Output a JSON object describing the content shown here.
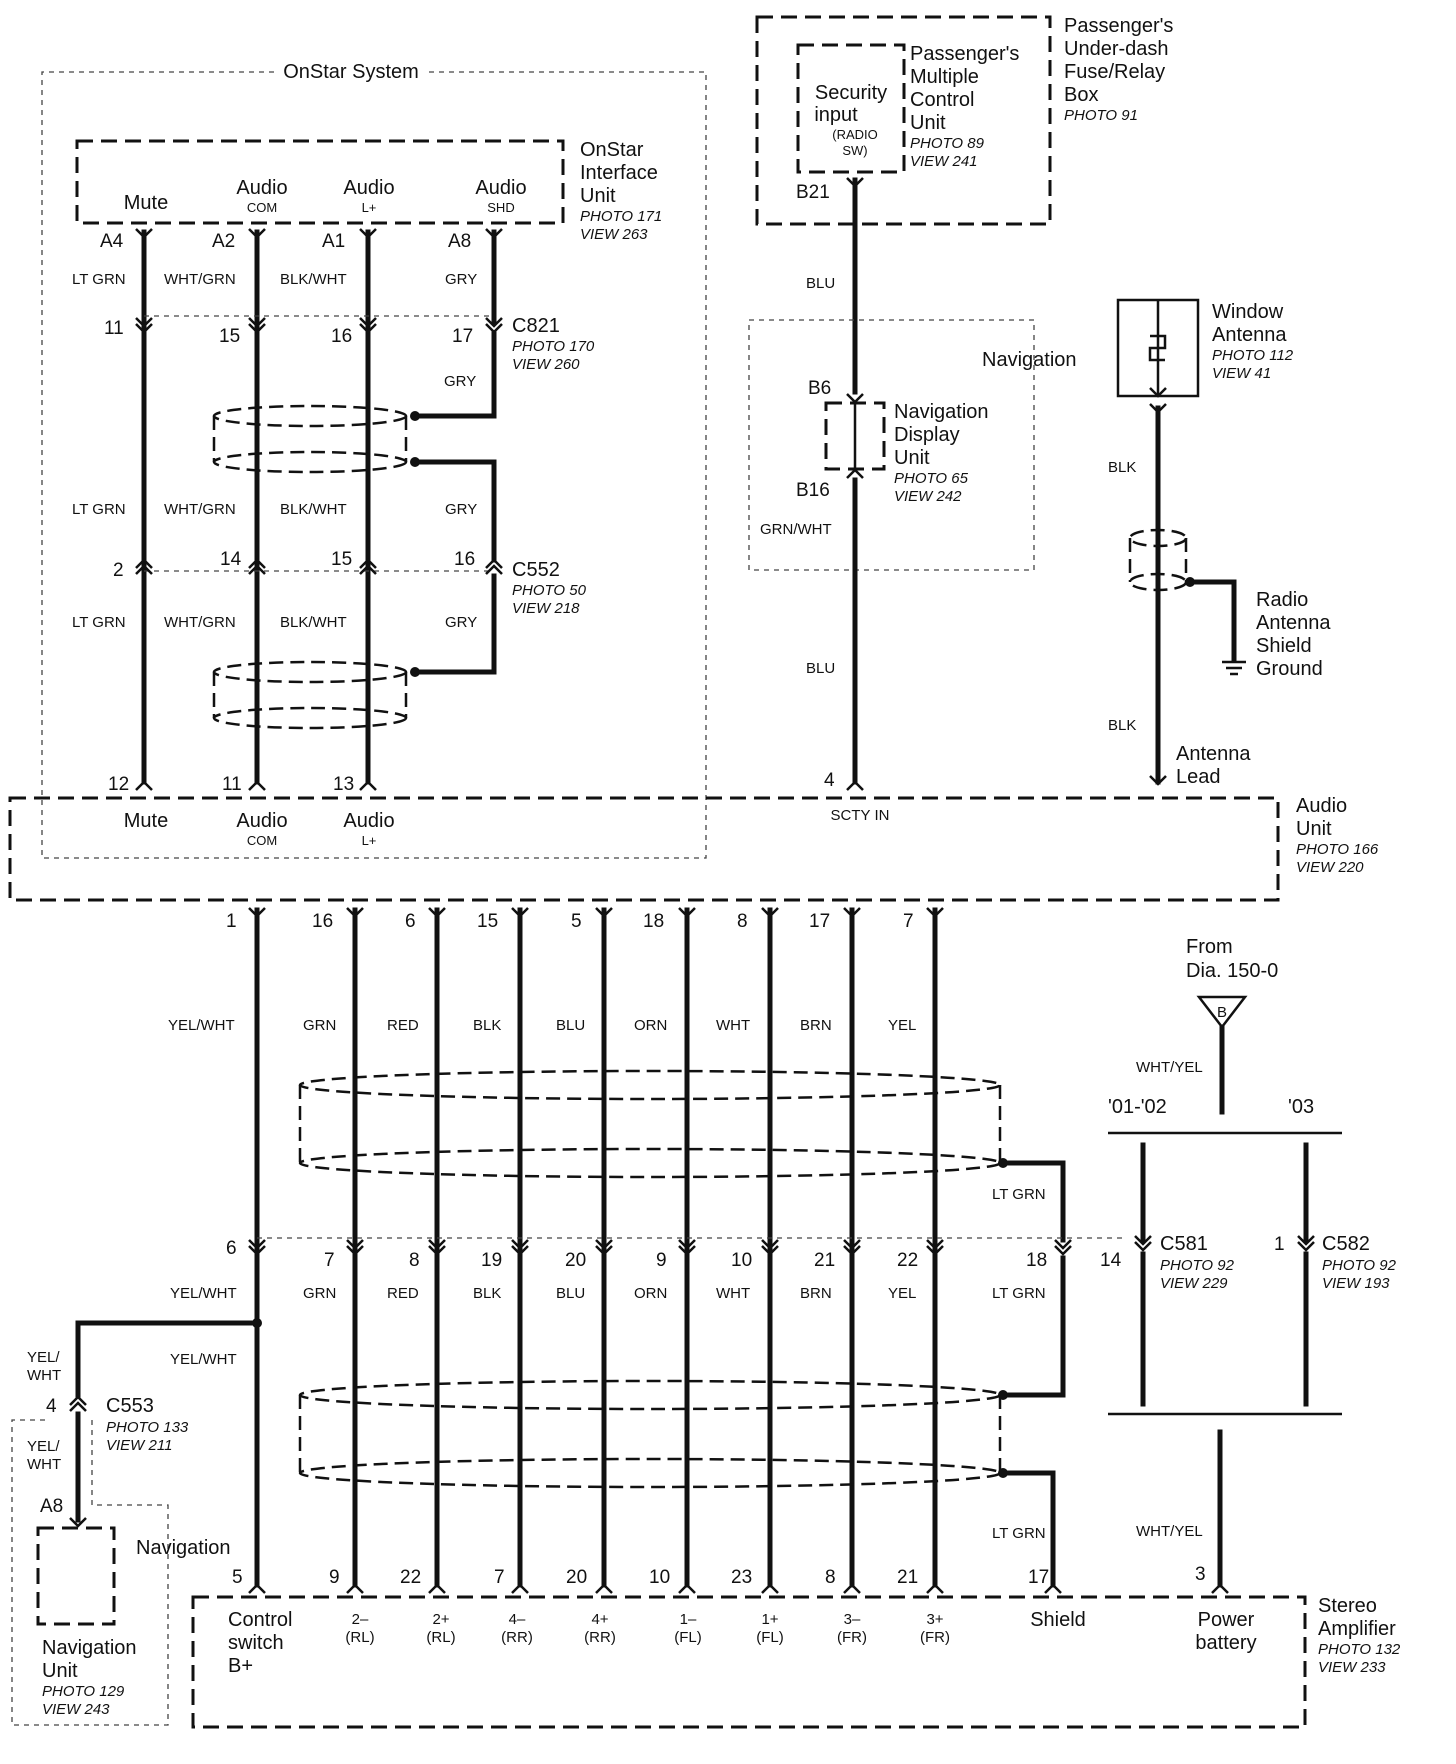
{
  "onstar": {
    "system_label": "OnStar System",
    "unit": {
      "name_lines": [
        "OnStar",
        "Interface",
        "Unit"
      ],
      "photo": "PHOTO 171",
      "view": "VIEW 263"
    },
    "terminals": [
      {
        "main": "Mute",
        "sub": ""
      },
      {
        "main": "Audio",
        "sub": "COM"
      },
      {
        "main": "Audio",
        "sub": "L+"
      },
      {
        "main": "Audio",
        "sub": "SHD"
      }
    ],
    "pins": [
      "A4",
      "A2",
      "A1",
      "A8"
    ],
    "wire_colors_1": [
      "LT GRN",
      "WHT/GRN",
      "BLK/WHT",
      "GRY"
    ],
    "c821": {
      "name": "C821",
      "photo": "PHOTO 170",
      "view": "VIEW 260",
      "pins": [
        "11",
        "15",
        "16",
        "17"
      ]
    },
    "gry_label": "GRY",
    "wire_colors_2": [
      "LT GRN",
      "WHT/GRN",
      "BLK/WHT",
      "GRY"
    ],
    "c552": {
      "name": "C552",
      "photo": "PHOTO 50",
      "view": "VIEW 218",
      "pins": [
        "2",
        "14",
        "15",
        "16"
      ]
    },
    "wire_colors_3": [
      "LT GRN",
      "WHT/GRN",
      "BLK/WHT",
      "GRY"
    ],
    "audio_pins": [
      "12",
      "11",
      "13"
    ],
    "audio_terms": [
      {
        "main": "Mute",
        "sub": ""
      },
      {
        "main": "Audio",
        "sub": "COM"
      },
      {
        "main": "Audio",
        "sub": "L+"
      }
    ]
  },
  "fuse_box": {
    "name_lines": [
      "Passenger's",
      "Under-dash",
      "Fuse/Relay",
      "Box"
    ],
    "photo": "PHOTO 91",
    "mcu": {
      "name_lines": [
        "Passenger's",
        "Multiple",
        "Control",
        "Unit"
      ],
      "photo": "PHOTO 89",
      "view": "VIEW 241"
    },
    "security": {
      "lines": [
        "Security",
        "input"
      ],
      "sub_lines": [
        "(RADIO",
        "SW)"
      ]
    },
    "pin": "B21"
  },
  "navigation_top": {
    "label": "Navigation",
    "unit": {
      "name_lines": [
        "Navigation",
        "Display",
        "Unit"
      ],
      "photo": "PHOTO 65",
      "view": "VIEW 242"
    },
    "pins": [
      "B6",
      "B16"
    ],
    "wire_blu_1": "BLU",
    "wire_grn_wht": "GRN/WHT",
    "wire_blu_2": "BLU",
    "audio_pin": "4",
    "audio_term": "SCTY IN"
  },
  "antenna": {
    "window": {
      "name_lines": [
        "Window",
        "Antenna"
      ],
      "photo": "PHOTO 112",
      "view": "VIEW 41"
    },
    "wire_1": "BLK",
    "ground_lines": [
      "Radio",
      "Antenna",
      "Shield",
      "Ground"
    ],
    "wire_2": "BLK",
    "lead_lines": [
      "Antenna",
      "Lead"
    ]
  },
  "audio_unit": {
    "name_lines": [
      "Audio",
      "Unit"
    ],
    "photo": "PHOTO 166",
    "view": "VIEW 220"
  },
  "speaker_bus": {
    "top_pins": [
      "1",
      "16",
      "6",
      "15",
      "5",
      "18",
      "8",
      "17",
      "7"
    ],
    "top_colors": [
      "YEL/WHT",
      "GRN",
      "RED",
      "BLK",
      "BLU",
      "ORN",
      "WHT",
      "BRN",
      "YEL"
    ],
    "shield_color_top": "LT GRN",
    "mid_pins": [
      "6",
      "7",
      "8",
      "19",
      "20",
      "9",
      "10",
      "21",
      "22",
      "18"
    ],
    "mid_colors": [
      "YEL/WHT",
      "GRN",
      "RED",
      "BLK",
      "BLU",
      "ORN",
      "WHT",
      "BRN",
      "YEL",
      "LT GRN"
    ],
    "branch_color": "YEL/WHT",
    "shield_color_bottom": "LT GRN",
    "bottom_pins": [
      "5",
      "9",
      "22",
      "7",
      "20",
      "10",
      "23",
      "8",
      "21",
      "17",
      "3"
    ]
  },
  "power": {
    "from_lines": [
      "From",
      "Dia.  150-0"
    ],
    "ref": "B",
    "wire_top": "WHT/YEL",
    "year_a": "'01-'02",
    "year_b": "'03",
    "c581": {
      "pin": "14",
      "name": "C581",
      "photo": "PHOTO 92",
      "view": "VIEW 229"
    },
    "c582": {
      "pin": "1",
      "name": "C582",
      "photo": "PHOTO 92",
      "view": "VIEW 193"
    },
    "wire_bottom": "WHT/YEL"
  },
  "nav_unit": {
    "wire_1": [
      "YEL/",
      "WHT"
    ],
    "c553": {
      "pin": "4",
      "name": "C553",
      "photo": "PHOTO 133",
      "view": "VIEW 211"
    },
    "wire_2": [
      "YEL/",
      "WHT"
    ],
    "pin": "A8",
    "label": "Navigation",
    "name_lines": [
      "Navigation",
      "Unit"
    ],
    "photo": "PHOTO 129",
    "view": "VIEW 243"
  },
  "amplifier": {
    "name_lines": [
      "Stereo",
      "Amplifier"
    ],
    "photo": "PHOTO 132",
    "view": "VIEW 233",
    "terminals": [
      {
        "lines": [
          "Control",
          "switch",
          "B+"
        ]
      },
      {
        "lines": [
          "2–",
          "(RL)"
        ]
      },
      {
        "lines": [
          "2+",
          "(RL)"
        ]
      },
      {
        "lines": [
          "4–",
          "(RR)"
        ]
      },
      {
        "lines": [
          "4+",
          "(RR)"
        ]
      },
      {
        "lines": [
          "1–",
          "(FL)"
        ]
      },
      {
        "lines": [
          "1+",
          "(FL)"
        ]
      },
      {
        "lines": [
          "3–",
          "(FR)"
        ]
      },
      {
        "lines": [
          "3+",
          "(FR)"
        ]
      },
      {
        "lines": [
          "Shield"
        ]
      },
      {
        "lines": [
          "Power",
          "battery"
        ]
      }
    ]
  }
}
